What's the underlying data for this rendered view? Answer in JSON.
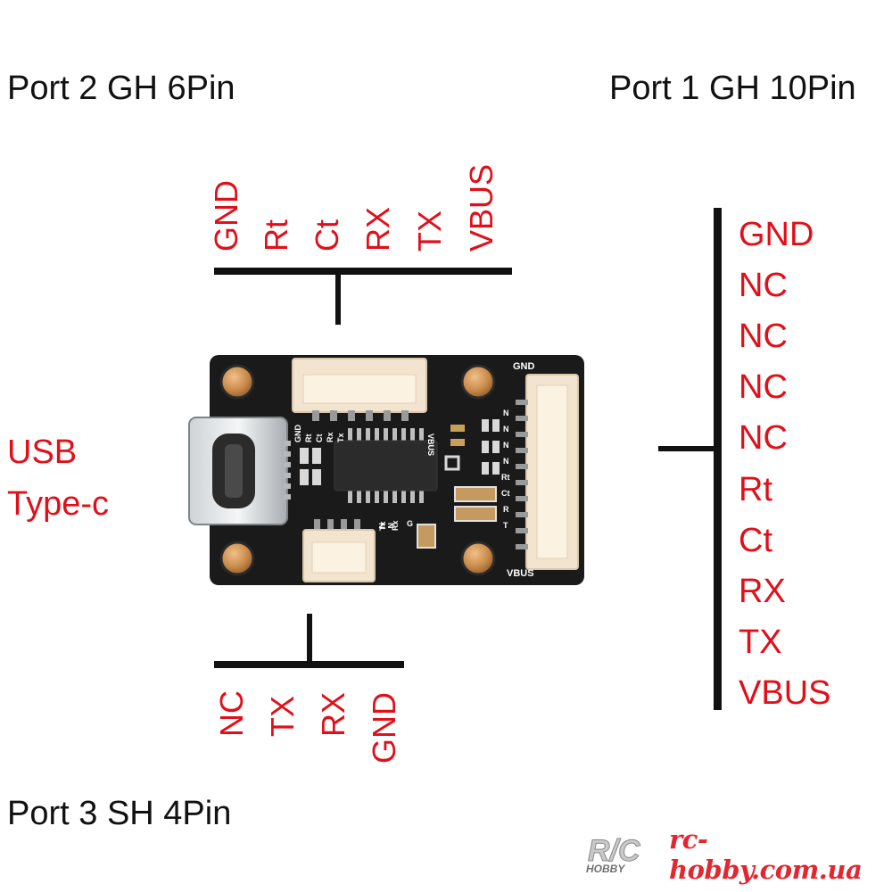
{
  "titles": {
    "port2": "Port 2 GH 6Pin",
    "port1": "Port 1 GH 10Pin",
    "port3": "Port 3 SH 4Pin"
  },
  "usb": {
    "line1": "USB",
    "line2": "Type-c"
  },
  "port2_pins": [
    "GND",
    "Rt",
    "Ct",
    "RX",
    "TX",
    "VBUS"
  ],
  "port1_pins": [
    "GND",
    "NC",
    "NC",
    "NC",
    "NC",
    "Rt",
    "Ct",
    "RX",
    "TX",
    "VBUS"
  ],
  "port3_pins": [
    "NC",
    "TX",
    "RX",
    "GND"
  ],
  "board": {
    "silk_gnd": "GND",
    "silk_vbus": "VBUS",
    "silk_port2": [
      "GND",
      "Rt",
      "Ct",
      "Rx",
      "Tx"
    ],
    "silk_port1": [
      "N",
      "N",
      "N",
      "N",
      "Rt",
      "Ct",
      "R",
      "T"
    ],
    "silk_port3": [
      "N",
      "N",
      "Tx",
      "Rx",
      "G"
    ],
    "silk_vbus_small": "VBUS"
  },
  "watermark": {
    "logo_main": "R/C",
    "logo_sub": "HOBBY",
    "site": "rc-hobby.com.ua"
  },
  "colors": {
    "pin_label": "#e0101a",
    "title": "#111111",
    "pcb": "#1a1a1a",
    "pad": "#c98a4a",
    "connector": "#f3e4cf",
    "watermark": "#e3262f"
  }
}
